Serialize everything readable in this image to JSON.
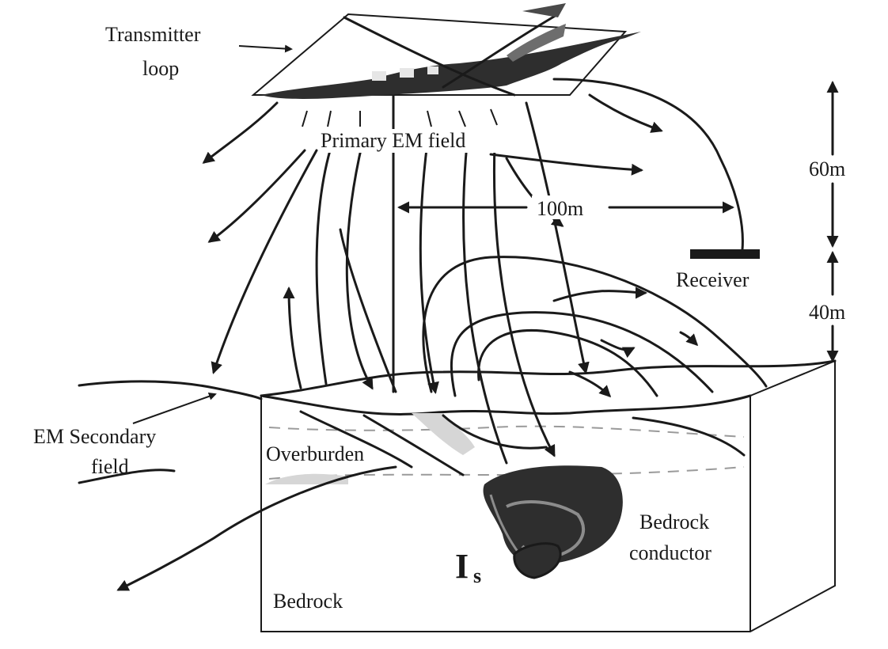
{
  "labels": {
    "transmitter_line1": "Transmitter",
    "transmitter_line2": "loop",
    "primary_field": "Primary EM field",
    "distance_100m": "100m",
    "height_60m": "60m",
    "height_40m": "40m",
    "receiver": "Receiver",
    "secondary_line1": "EM Secondary",
    "secondary_line2": "field",
    "overburden": "Overburden",
    "conductor_line1": "Bedrock",
    "conductor_line2": "conductor",
    "bedrock": "Bedrock",
    "current_main": "I",
    "current_sub": "s"
  },
  "colors": {
    "line": "#1a1a1a",
    "conductor_dark": "#2e2e2e",
    "conductor_light": "#8c8c8c",
    "overburden_shade": "#d6d6d6"
  },
  "icons": {
    "aircraft": "helicopter-icon",
    "receiver": "receiver-bird-icon"
  }
}
